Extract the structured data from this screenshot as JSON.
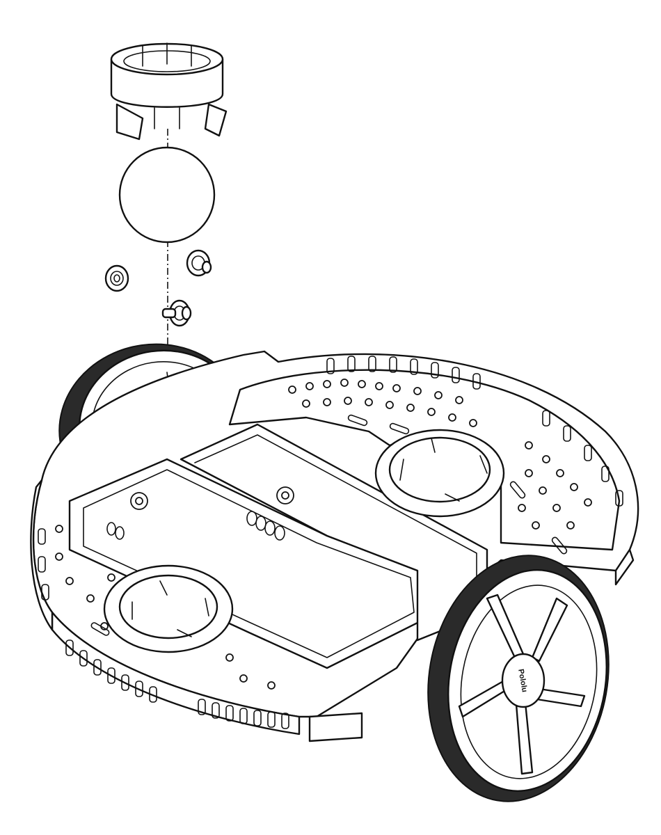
{
  "diagram": {
    "kind": "exploded-assembly-line-drawing",
    "colors": {
      "line": "#111111",
      "background": "#ffffff",
      "tire": "#2a2a2a"
    },
    "parts": [
      "ball-caster-cap",
      "caster-ball",
      "ball-caster-roller-left",
      "ball-caster-roller-right",
      "ball-caster-roller-center",
      "chassis",
      "left-wheel",
      "right-wheel"
    ],
    "wheel_logo_text": "Pololu"
  }
}
